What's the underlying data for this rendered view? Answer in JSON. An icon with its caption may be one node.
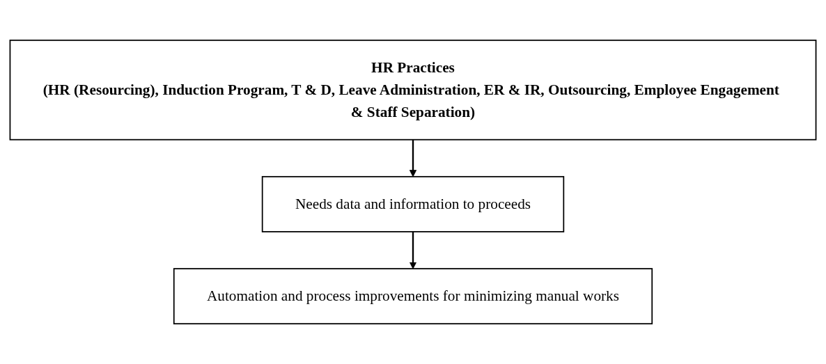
{
  "diagram": {
    "nodes": [
      {
        "text": [
          "HR Practices",
          "(HR (Resourcing), Induction Program, T & D, Leave Administration, ER & IR, Outsourcing, Employee Engagement & Staff Separation)"
        ]
      },
      {
        "text": [
          "Needs data and information to proceeds"
        ]
      },
      {
        "text": [
          "Automation and process improvements for minimizing manual works"
        ]
      }
    ],
    "edges": [
      {
        "from": 0,
        "to": 1,
        "arrow": "to"
      },
      {
        "from": 1,
        "to": 2,
        "arrow": "to"
      }
    ]
  }
}
